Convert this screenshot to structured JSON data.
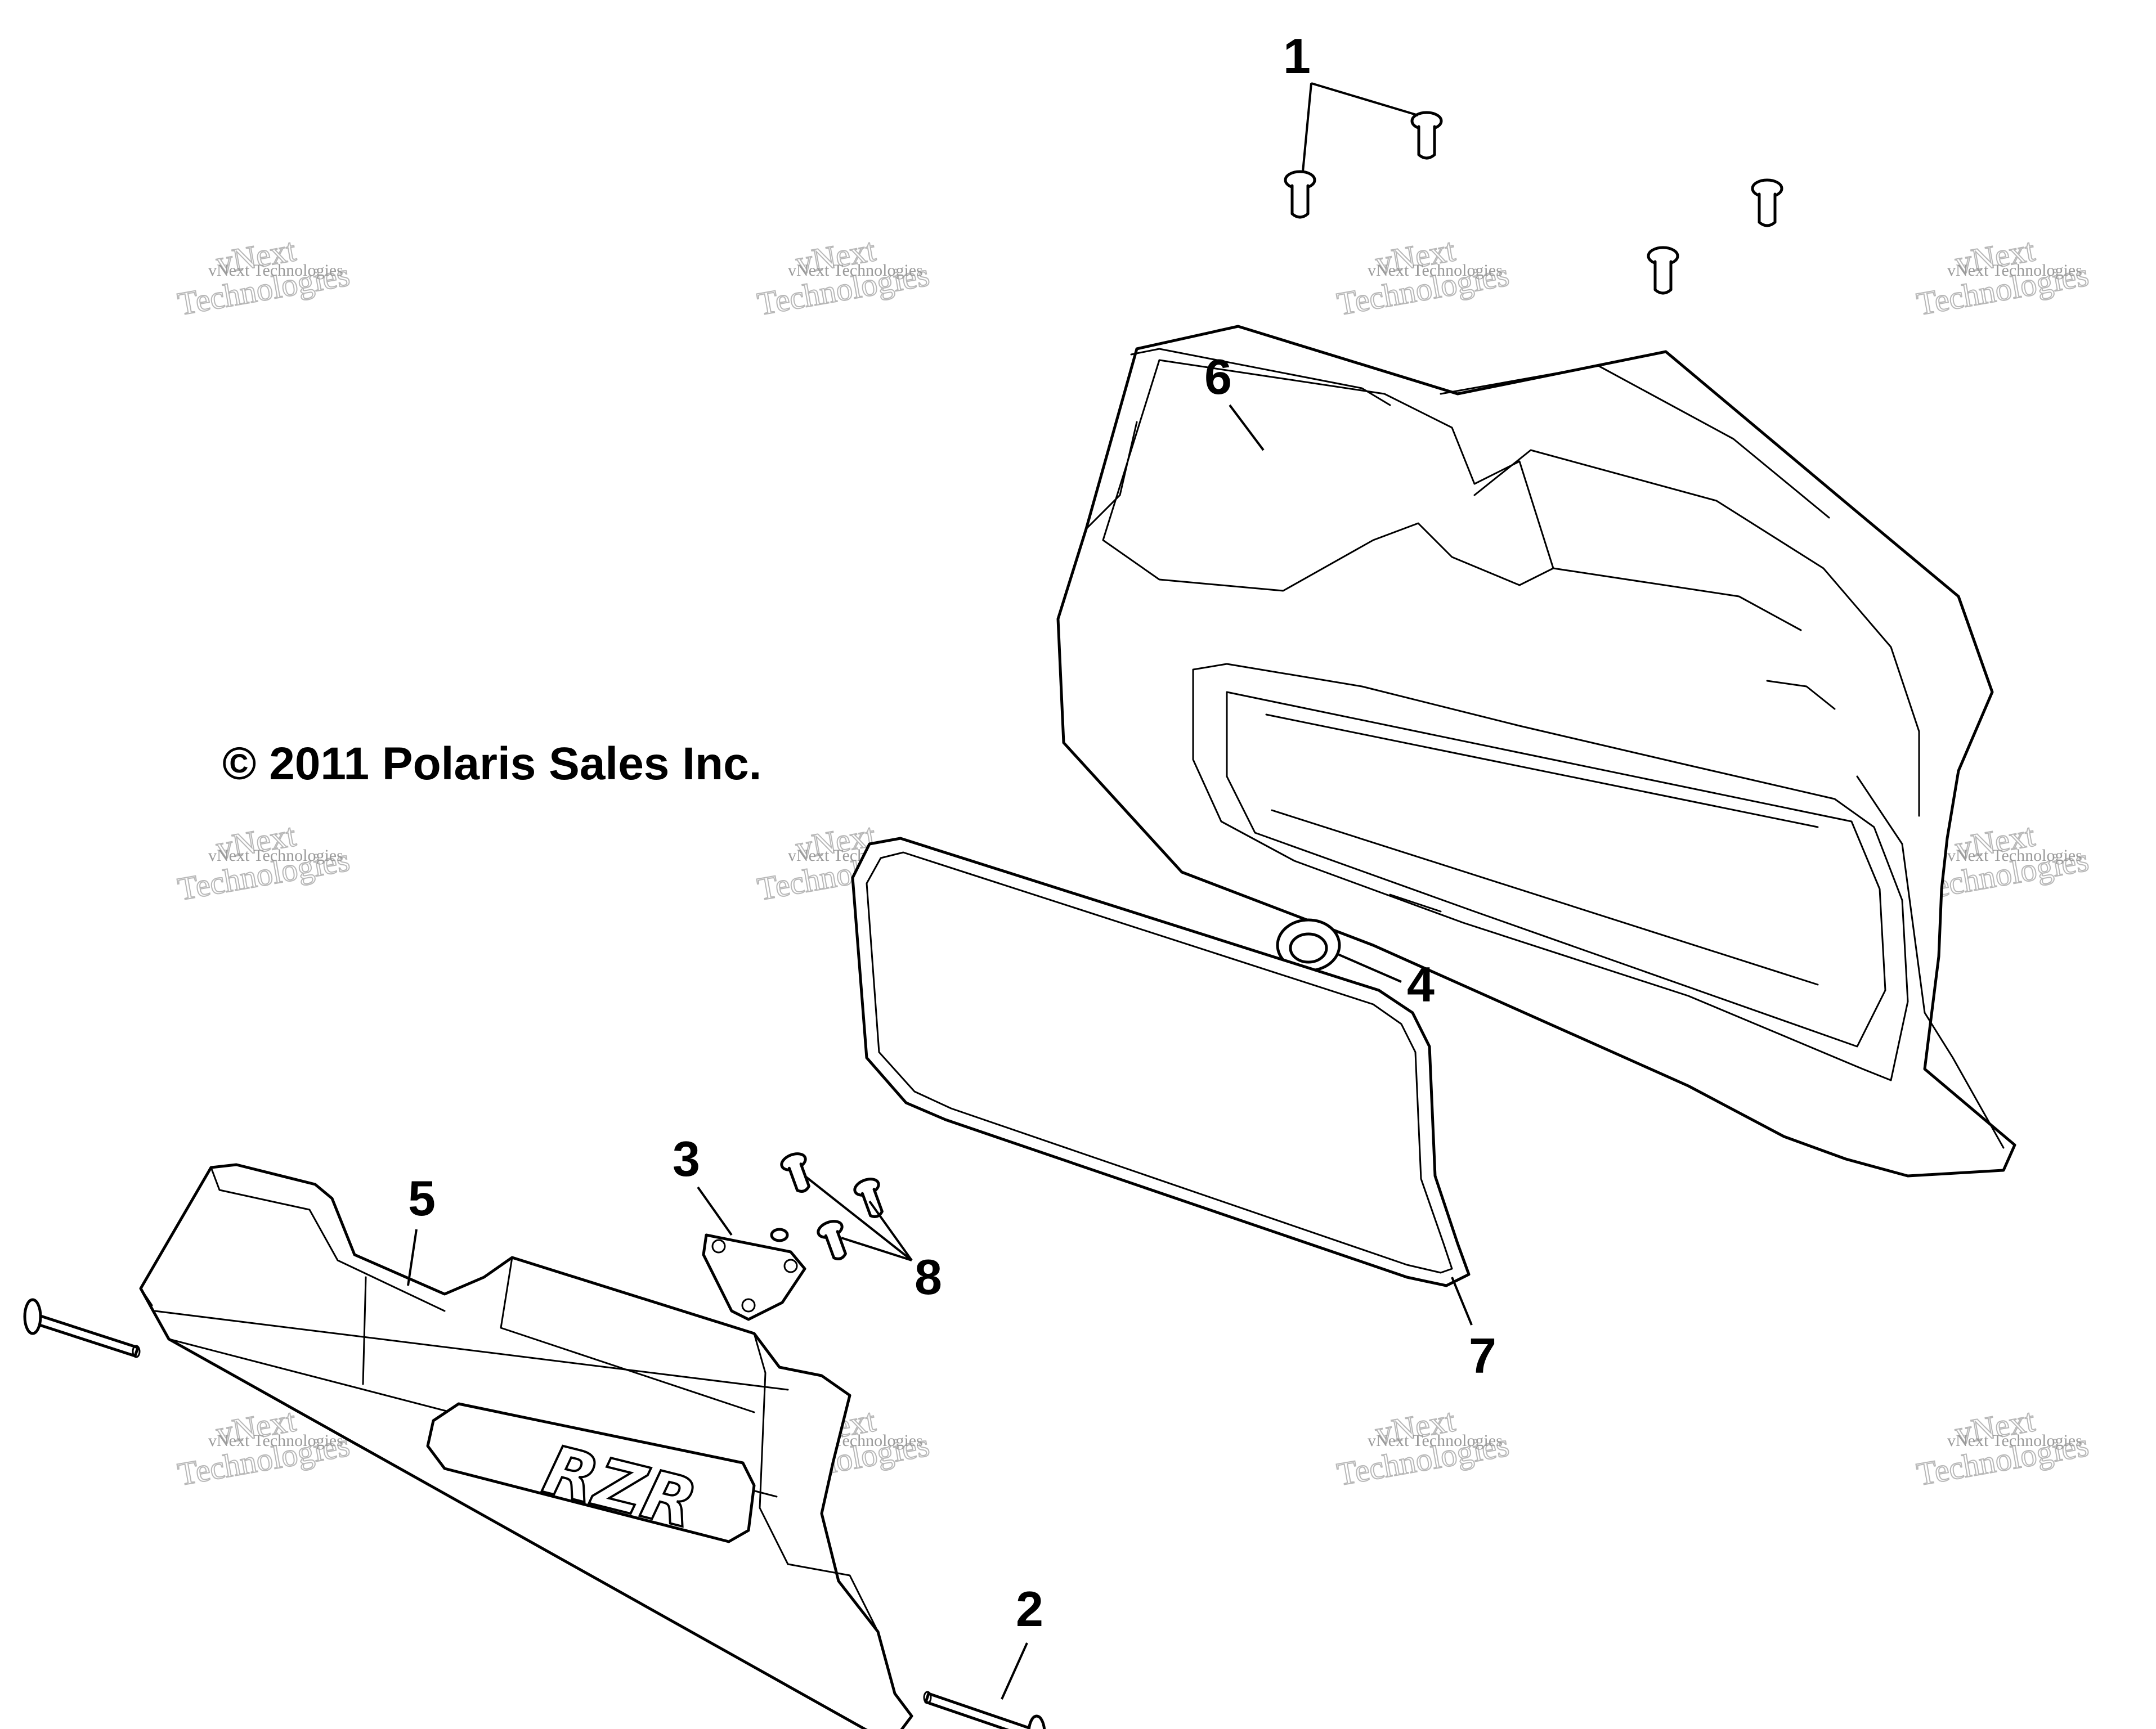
{
  "copyright": "© 2011 Polaris Sales Inc.",
  "watermark": {
    "line1": "vNext",
    "line2": "Technologies",
    "small_text": "vNext Technologies"
  },
  "callouts": [
    "1",
    "2",
    "3",
    "4",
    "5",
    "6",
    "7",
    "8"
  ],
  "logo_text": "RZR",
  "colors": {
    "line": "#000000",
    "background": "#ffffff",
    "watermark": "#b8b8b8"
  }
}
